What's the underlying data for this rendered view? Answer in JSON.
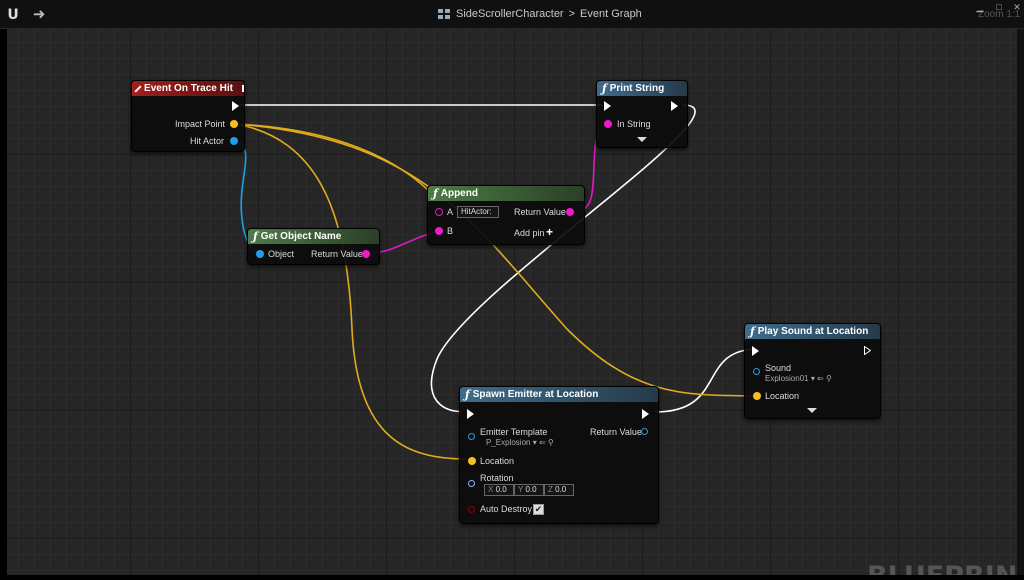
{
  "breadcrumb": {
    "blueprint": "SideScrollerCharacter",
    "separator": ">",
    "graph": "Event Graph"
  },
  "toolbar": {
    "zoom_label": "Zoom 1:1"
  },
  "watermark": "BLUEPRINT",
  "nodes": {
    "event_trace_hit": {
      "title": "Event On Trace Hit",
      "pins": {
        "impact_point": "Impact Point",
        "hit_actor": "Hit Actor"
      }
    },
    "print_string": {
      "title": "Print String",
      "pins": {
        "in_string": "In String"
      }
    },
    "append": {
      "title": "Append",
      "pins": {
        "a": "A",
        "a_value": "HitActor:",
        "b": "B",
        "return_value": "Return Value",
        "add_pin": "Add pin",
        "add_pin_icon": "+"
      }
    },
    "get_object_name": {
      "title": "Get Object Name",
      "pins": {
        "object": "Object",
        "return_value": "Return Value"
      }
    },
    "play_sound": {
      "title": "Play Sound at Location",
      "pins": {
        "sound": "Sound",
        "sound_value": "Explosion01",
        "location": "Location"
      }
    },
    "spawn_emitter": {
      "title": "Spawn Emitter at Location",
      "pins": {
        "emitter_template": "Emitter Template",
        "emitter_value": "P_Explosion",
        "return_value": "Return Value",
        "location": "Location",
        "rotation": "Rotation",
        "rot_x_label": "X",
        "rot_x": "0.0",
        "rot_y_label": "Y",
        "rot_y": "0.0",
        "rot_z_label": "Z",
        "rot_z": "0.0",
        "auto_destroy": "Auto Destroy",
        "auto_destroy_checked": true
      }
    }
  },
  "colors": {
    "exec_wire": "#ffffff",
    "vector_pin": "#f4c020",
    "object_pin": "#1ea0e8",
    "string_pin": "#f018c8",
    "rotator_pin": "#9ab0f0",
    "bool_pin": "#8a0000",
    "event_header": "#a0201c",
    "function_header": "#3f6c8c",
    "pure_header": "#4f7a4a"
  },
  "icons": {
    "logo": "unreal-logo-icon",
    "back": "back-arrow-icon",
    "forward": "forward-arrow-icon",
    "blueprint": "blueprint-icon"
  }
}
